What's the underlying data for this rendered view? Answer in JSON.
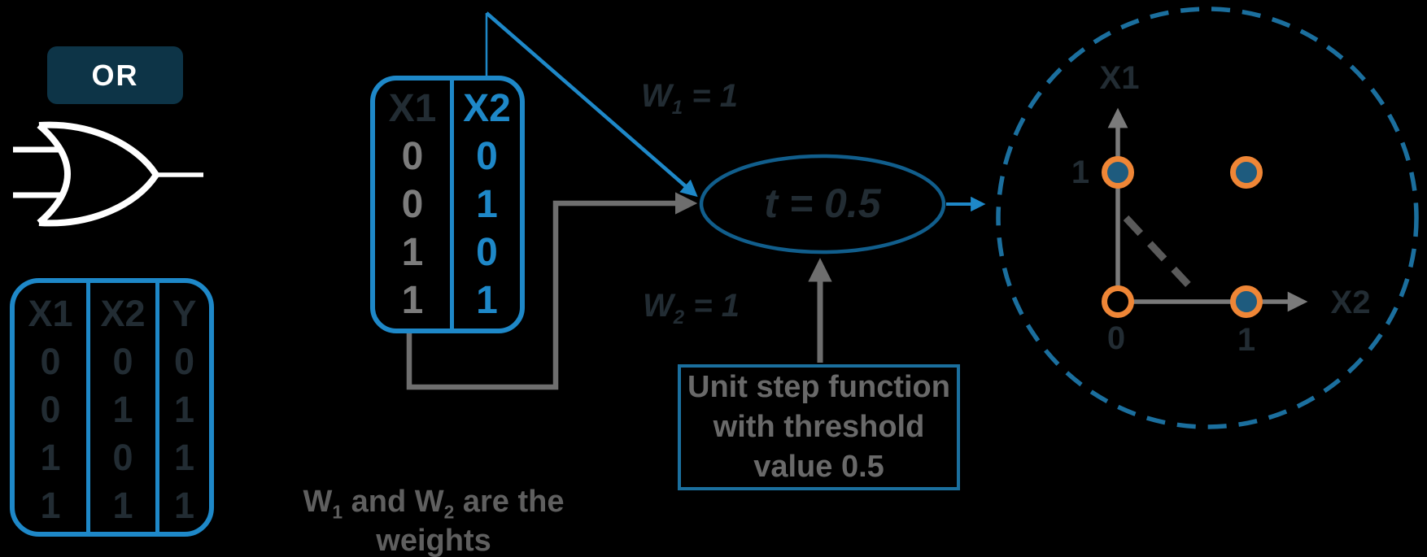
{
  "badge": {
    "label": "OR"
  },
  "truth_table": {
    "headers": [
      "X1",
      "X2",
      "Y"
    ],
    "rows": [
      [
        "0",
        "0",
        "0"
      ],
      [
        "0",
        "1",
        "1"
      ],
      [
        "1",
        "0",
        "1"
      ],
      [
        "1",
        "1",
        "1"
      ]
    ]
  },
  "input_table": {
    "headers": [
      "X1",
      "X2"
    ],
    "x1": [
      "0",
      "0",
      "1",
      "1"
    ],
    "x2": [
      "0",
      "1",
      "0",
      "1"
    ]
  },
  "weights": {
    "w1_base": "W",
    "w1_sub": "1",
    "w1_eq": " = 1",
    "w2_base": "W",
    "w2_sub": "2",
    "w2_eq": " = 1"
  },
  "neuron": {
    "threshold_label": "t = 0.5"
  },
  "step_box": {
    "lines": [
      "Unit step function",
      "with threshold",
      "value 0.5"
    ]
  },
  "weights_note": {
    "p1": "W",
    "s1": "1",
    "p2": " and W",
    "s2": "2",
    "p3": " are the weights"
  },
  "plot": {
    "type": "scatter",
    "x_axis_label": "X2",
    "y_axis_label": "X1",
    "y_tick": "1",
    "origin_tick": "0",
    "x_tick": "1",
    "points": [
      {
        "x2": 0,
        "x1": 0,
        "filled": false
      },
      {
        "x2": 0,
        "x1": 1,
        "filled": true
      },
      {
        "x2": 1,
        "x1": 0,
        "filled": true
      },
      {
        "x2": 1,
        "x1": 1,
        "filled": true
      }
    ],
    "decision_boundary": "dashed separator between (0,0) and the other points"
  },
  "colors": {
    "background": "#000000",
    "bright_blue": "#1E88C8",
    "mid_blue": "#1B6F9E",
    "deep_blue": "#115E8C",
    "navy": "#0D3447",
    "orange": "#EF8636",
    "dot_blue": "#1E5B7E",
    "gray_line": "#6E6E6E",
    "gray_axis": "#7A7A7A",
    "gray_text": "#696969",
    "note_gray": "#5F5F5F",
    "gray_digit": "#7C7C7C",
    "dash_gray": "#5A5A5A",
    "dark_text": "#222C33",
    "white": "#FFFFFF"
  }
}
